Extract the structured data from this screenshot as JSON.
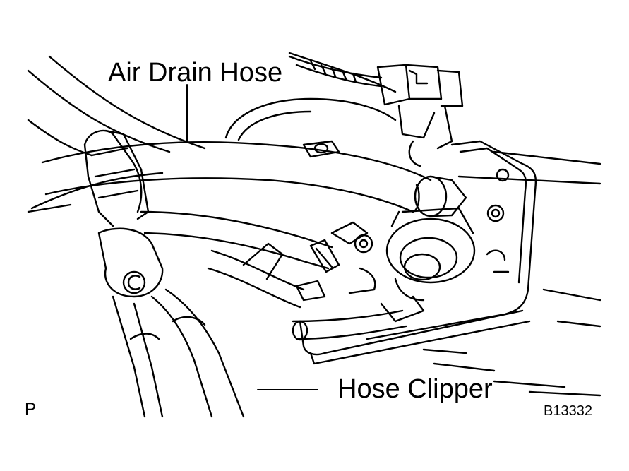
{
  "labels": {
    "air_drain_hose": "Air Drain Hose",
    "hose_clipper": "Hose Clipper",
    "corner_mark": "P",
    "figure_code": "B13332"
  },
  "colors": {
    "ink": "#000000",
    "paper": "#ffffff"
  }
}
